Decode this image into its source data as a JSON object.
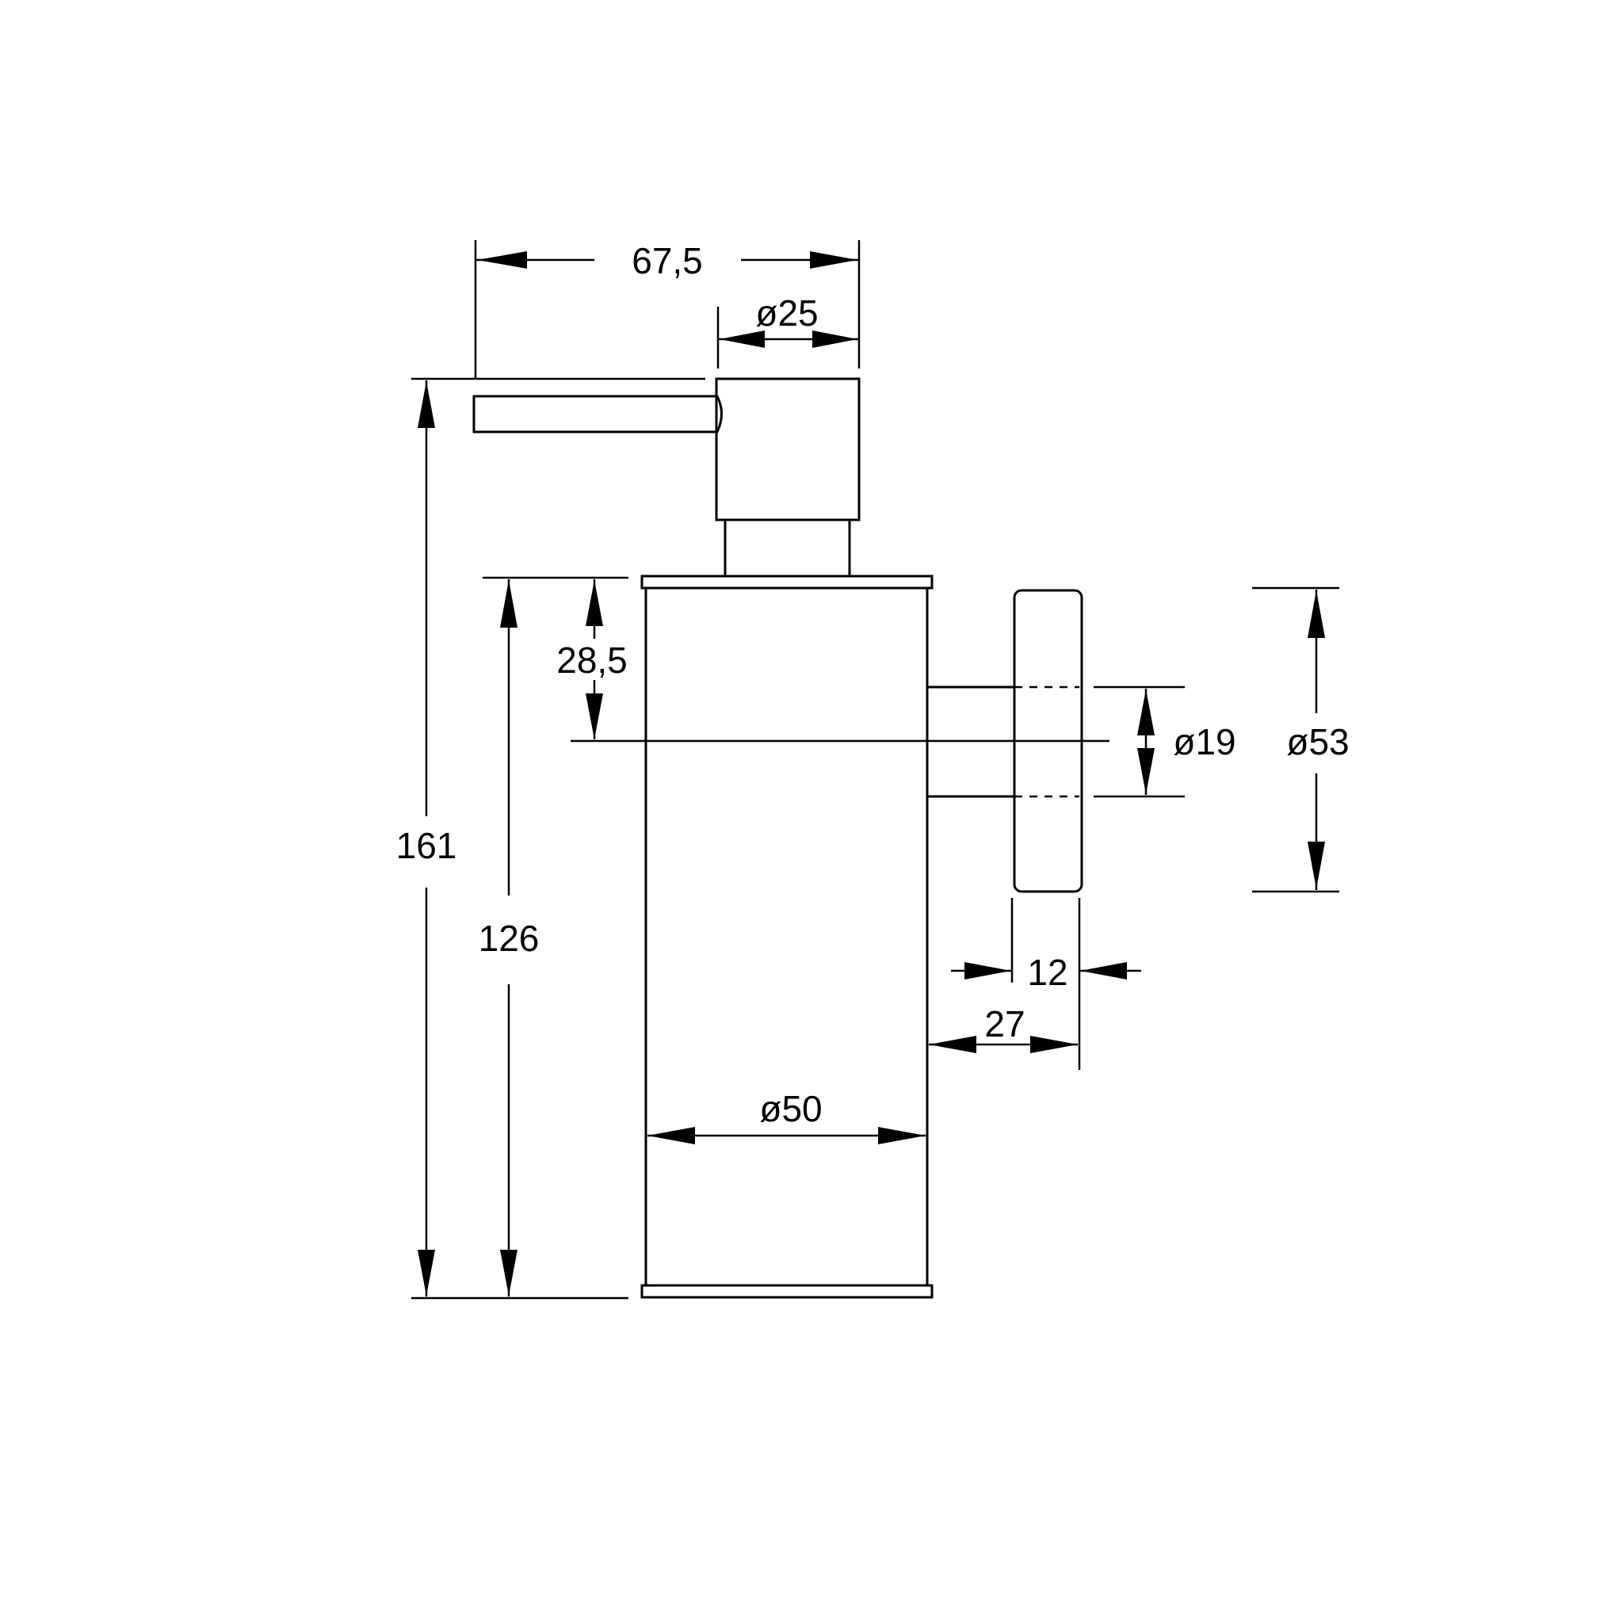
{
  "dimensions": {
    "overall_width": "67,5",
    "pump_diameter": "ø25",
    "total_height": "161",
    "body_height": "126",
    "mount_offset": "28,5",
    "body_diameter": "ø50",
    "rosette_diameter": "ø53",
    "arm_diameter": "ø19",
    "rosette_thickness": "12",
    "wall_distance": "27"
  },
  "colors": {
    "line": "#000000",
    "background": "#ffffff"
  }
}
